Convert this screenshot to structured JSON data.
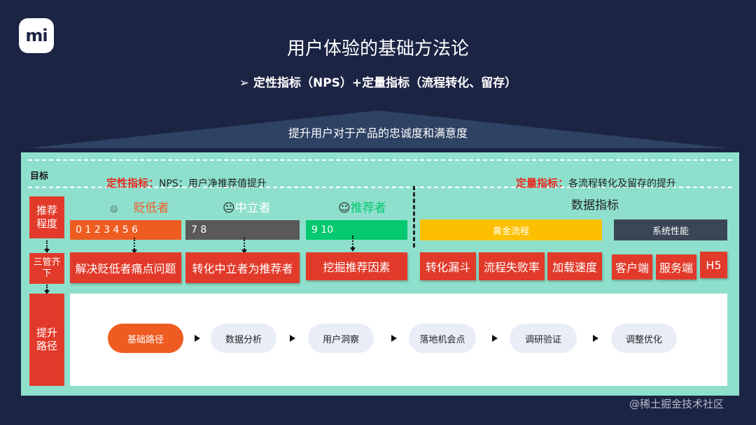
{
  "logo": {
    "text": "mi"
  },
  "title": "用户体验的基础方法论",
  "subtitle": "➢  定性指标（NPS）+定量指标（流程转化、留存）",
  "roof": "提升用户对于产品的忠诚度和满意度",
  "goal": "目标",
  "qualitative": {
    "prefix": "定性指标：",
    "desc": "NPS：用户净推荐值提升"
  },
  "quantitative": {
    "prefix": "定量指标：",
    "desc": "各流程转化及留存的提升"
  },
  "side_labels": [
    "推荐程度",
    "三管齐下",
    "提升路径"
  ],
  "categories": {
    "detractor": {
      "icon": "☹",
      "label": "贬低者",
      "scores": "0 1 2 3 4 5 6",
      "action": "解决贬低者痛点问题"
    },
    "passive": {
      "icon": "😐",
      "label": "中立者",
      "scores": "7   8",
      "action": "转化中立者为推荐者"
    },
    "promoter": {
      "icon": "☺",
      "label": "推荐者",
      "scores": "9   10",
      "action": "挖掘推荐因素"
    }
  },
  "data_metrics": {
    "title": "数据指标",
    "golden": {
      "label": "黄金流程",
      "items": [
        "转化漏斗",
        "流程失败率",
        "加载速度"
      ]
    },
    "system": {
      "label": "系统性能",
      "items": [
        "客户端",
        "服务端",
        "H5"
      ]
    }
  },
  "path_steps": [
    "基础路径",
    "数据分析",
    "用户洞察",
    "落地机会点",
    "调研验证",
    "调整优化"
  ],
  "colors": {
    "background": "#1c2444",
    "panel": "#8ee0cd",
    "red": "#e23a2a",
    "detractor": "#ef5c22",
    "passive": "#595959",
    "promoter": "#05c86f",
    "golden": "#fdc000",
    "system": "#3a4656"
  },
  "watermark": "@稀土掘金技术社区"
}
